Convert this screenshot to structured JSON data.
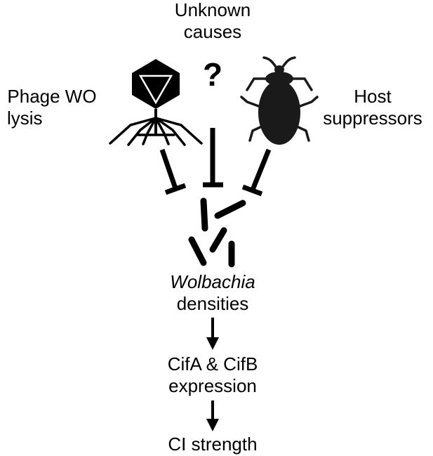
{
  "labels": {
    "unknown_line1": "Unknown",
    "unknown_line2": "causes",
    "question_mark": "?",
    "phage_line1": "Phage WO",
    "phage_line2": "lysis",
    "host_line1": "Host",
    "host_line2": "suppressors",
    "wolbachia": "Wolbachia",
    "densities": "densities",
    "cif_line1": "CifA & CifB",
    "cif_line2": "expression",
    "ci_strength": "CI strength"
  },
  "icons": {
    "phage": "bacteriophage-icon",
    "insect": "insect-bug-icon",
    "question": "question-mark-icon"
  },
  "colors": {
    "ink": "#000000",
    "bug": "#1a1a1a",
    "background": "#ffffff"
  }
}
